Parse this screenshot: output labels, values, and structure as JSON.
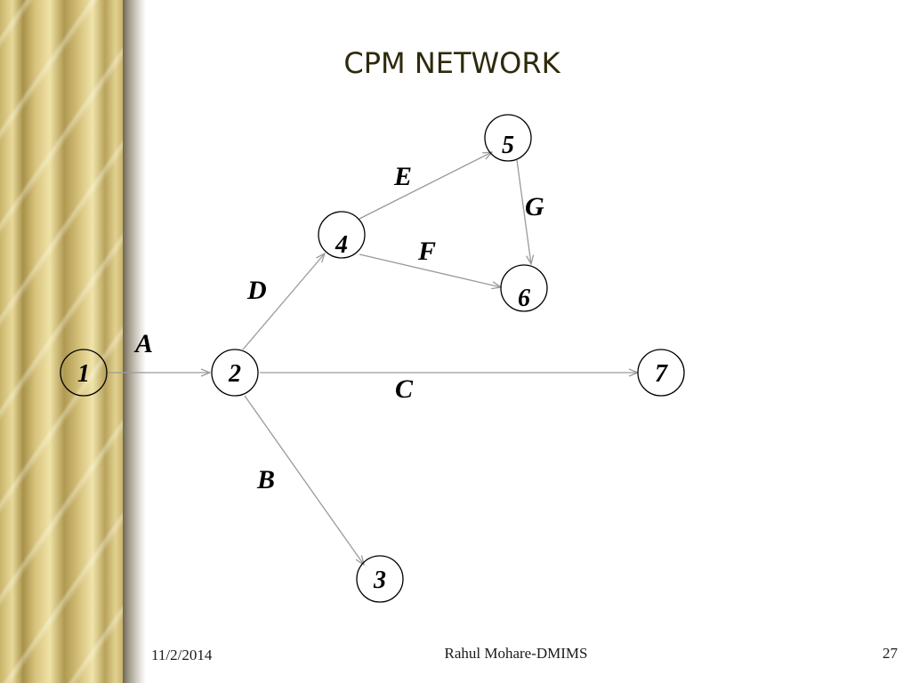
{
  "slide": {
    "title": "CPM NETWORK"
  },
  "network": {
    "nodes": [
      {
        "id": "1",
        "label": "1"
      },
      {
        "id": "2",
        "label": "2"
      },
      {
        "id": "3",
        "label": "3"
      },
      {
        "id": "4",
        "label": "4"
      },
      {
        "id": "5",
        "label": "5"
      },
      {
        "id": "6",
        "label": "6"
      },
      {
        "id": "7",
        "label": "7"
      }
    ],
    "activities": [
      {
        "label": "A",
        "from": "1",
        "to": "2"
      },
      {
        "label": "B",
        "from": "2",
        "to": "3"
      },
      {
        "label": "C",
        "from": "2",
        "to": "7"
      },
      {
        "label": "D",
        "from": "2",
        "to": "4"
      },
      {
        "label": "E",
        "from": "4",
        "to": "5"
      },
      {
        "label": "F",
        "from": "4",
        "to": "6"
      },
      {
        "label": "G",
        "from": "5",
        "to": "6"
      }
    ]
  },
  "footer": {
    "date": "11/2/2014",
    "author": "Rahul Mohare-DMIMS",
    "page": "27"
  }
}
